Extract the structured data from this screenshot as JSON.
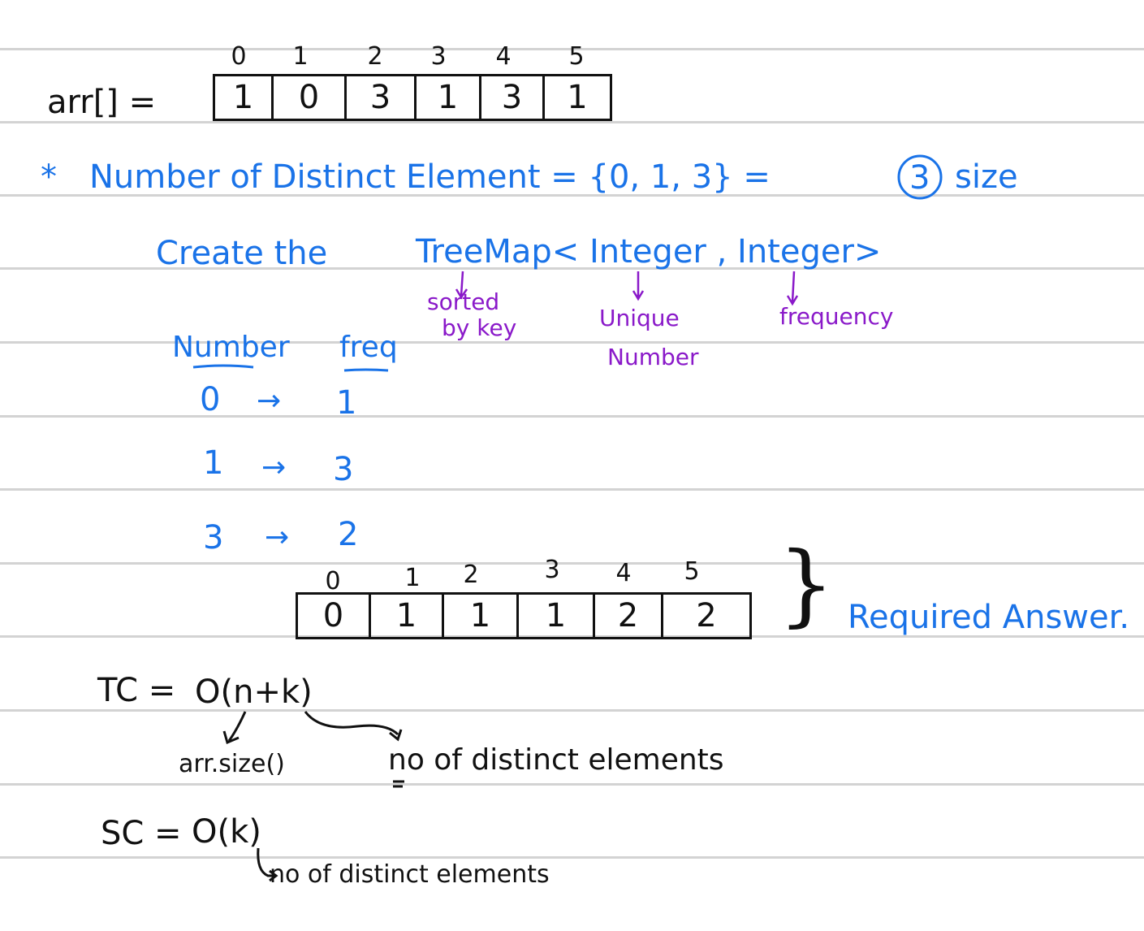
{
  "arr1": {
    "label": "arr[] =",
    "indices": [
      "0",
      "1",
      "2",
      "3",
      "4",
      "5"
    ],
    "values": [
      "1",
      "0",
      "3",
      "1",
      "3",
      "1"
    ]
  },
  "distinct": {
    "prefix": "*",
    "text": "Number of Distinct Element = {0, 1, 3} =",
    "count": "3",
    "suffix": "size"
  },
  "treemap": {
    "create": "Create the",
    "type": "TreeMap< Integer , Integer>",
    "note_sorted": [
      "sorted",
      "by key"
    ],
    "note_unique": [
      "Unique",
      "Number"
    ],
    "note_frequency": "frequency"
  },
  "freq_table": {
    "header_number": "Number",
    "header_freq": "freq",
    "arrow": "→",
    "rows": [
      {
        "number": "0",
        "freq": "1"
      },
      {
        "number": "1",
        "freq": "3"
      },
      {
        "number": "3",
        "freq": "2"
      }
    ]
  },
  "arr2": {
    "indices": [
      "0",
      "1",
      "2",
      "3",
      "4",
      "5"
    ],
    "values": [
      "0",
      "1",
      "1",
      "1",
      "2",
      "2"
    ],
    "brace": "}",
    "caption": "Required Answer."
  },
  "complexity": {
    "tc_label": "TC =",
    "tc_value": "O(n+k)",
    "n_note": "arr.size()",
    "k_note": "no of distinct elements",
    "sc_label": "SC =",
    "sc_value": "O(k)",
    "sc_note": "no of distinct elements"
  },
  "colors": {
    "ink_black": "#111111",
    "ink_blue": "#1a73e8",
    "ink_purple": "#8a19c9",
    "ruled_line": "#d3d3d3"
  }
}
